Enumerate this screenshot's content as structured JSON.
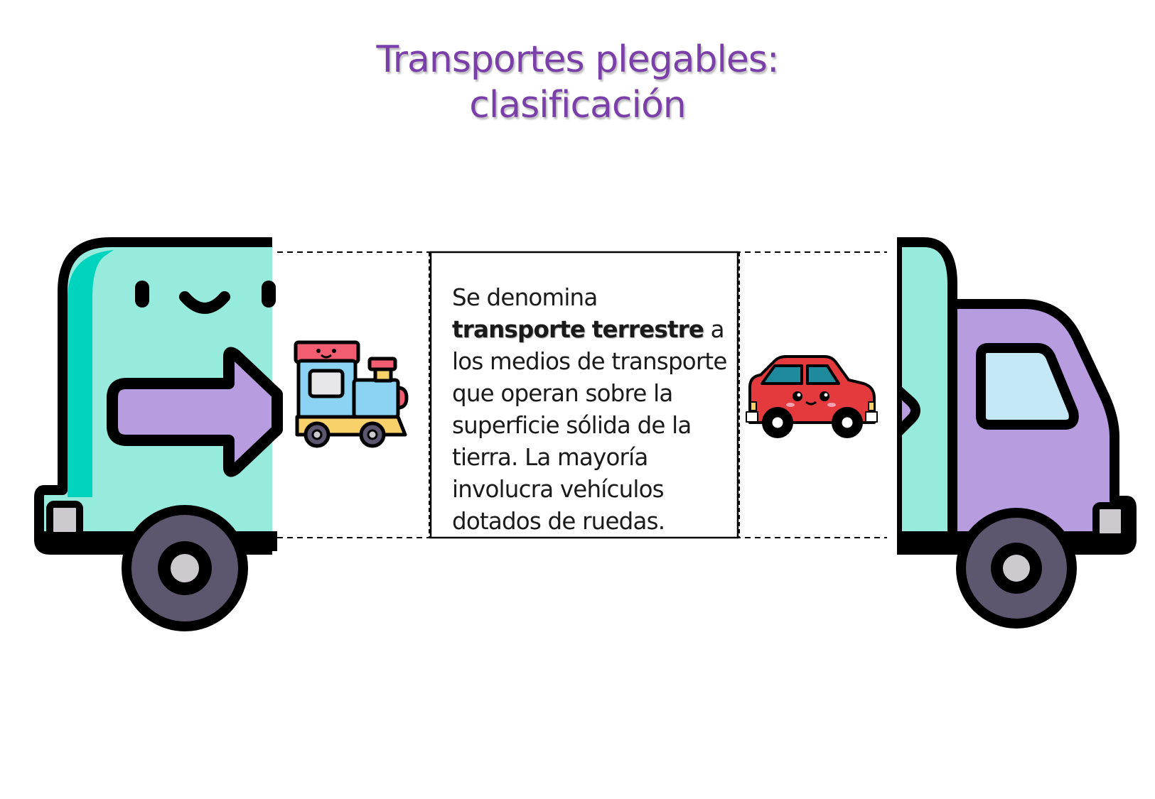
{
  "title": {
    "line1": "Transportes plegables:",
    "line2": "clasificación"
  },
  "panel": {
    "text_before": "Se denomina ",
    "bold_1": "transporte",
    "bold_2": "terrestre",
    "text_after": " a los medios de transporte que operan sobre la superficie sólida de la tierra. La mayoría involucra  vehículos dotados de ruedas."
  },
  "colors": {
    "title": "#7a3fa8",
    "truck_teal": "#96ebdc",
    "truck_teal_dark": "#00d4be",
    "truck_purple": "#b89ce0",
    "window_blue": "#c4e8f6",
    "wheel_gray": "#5c566e",
    "hub_gray": "#cccacf",
    "outline": "#000000"
  },
  "icons": [
    "truck-rear-icon",
    "arrow-right-icon",
    "toy-train-icon",
    "car-icon",
    "truck-cab-icon"
  ]
}
